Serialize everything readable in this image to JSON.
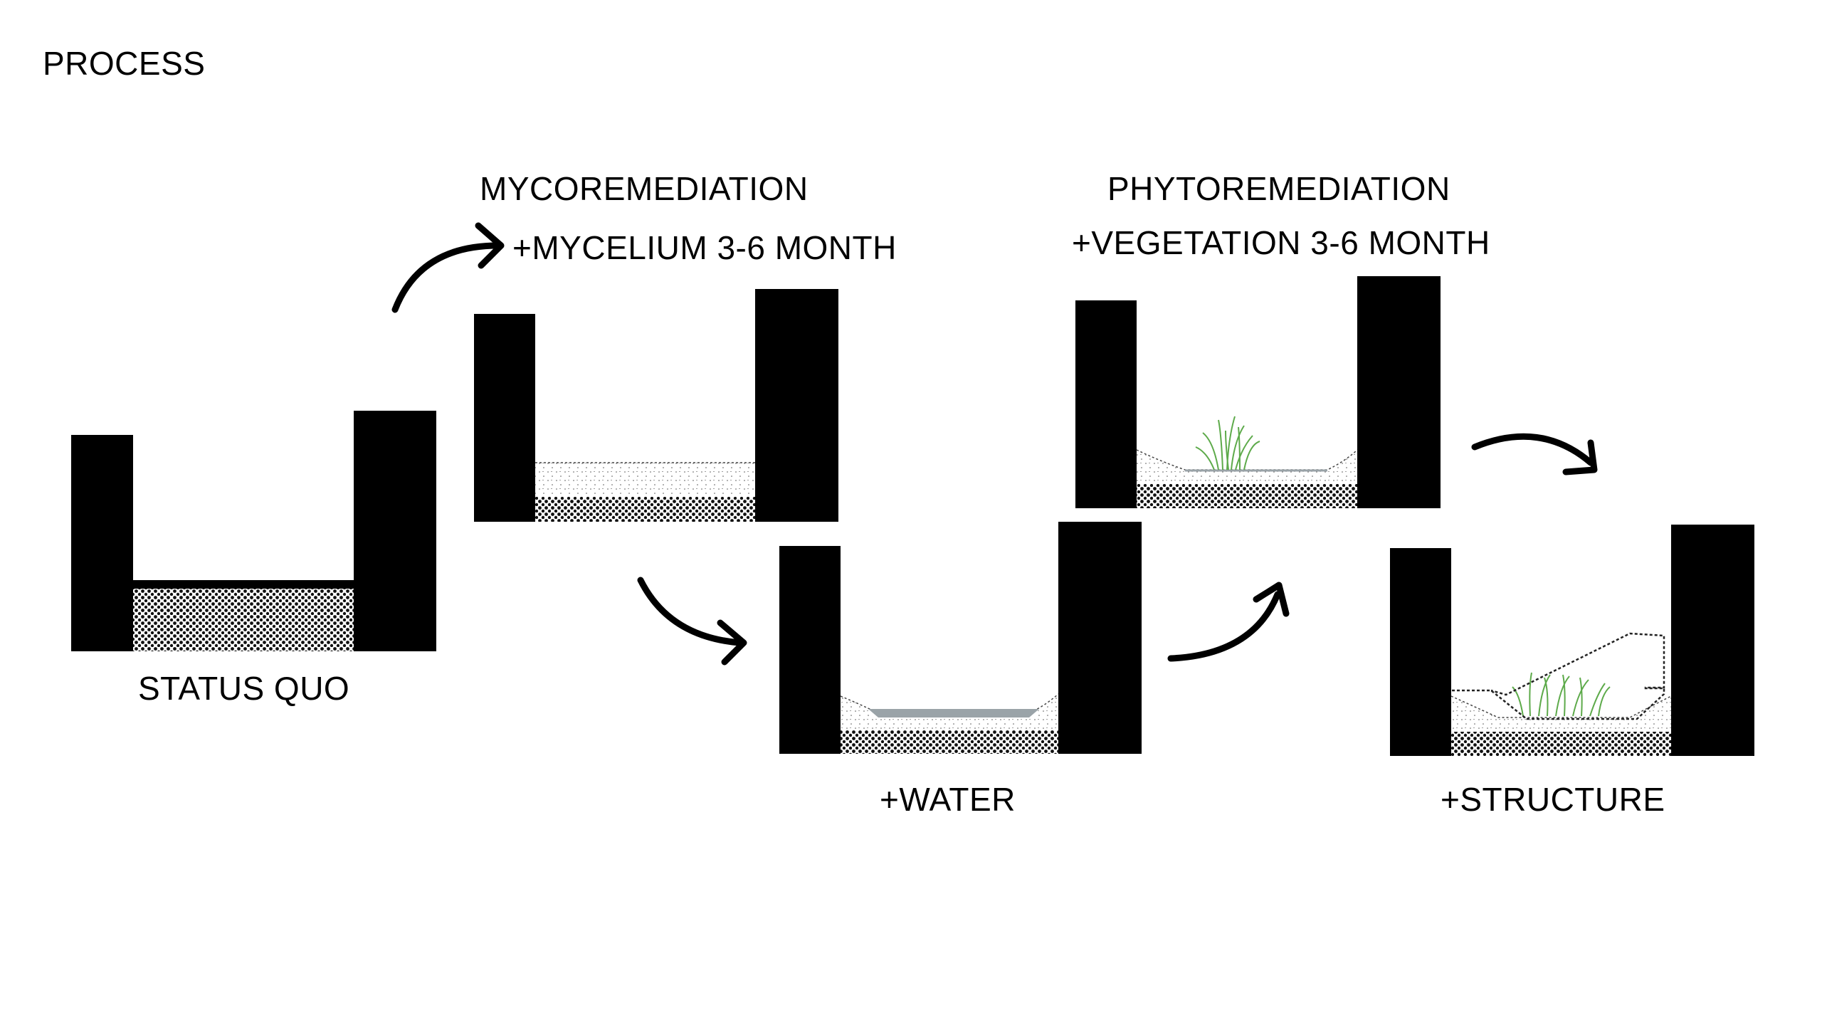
{
  "title": "PROCESS",
  "stages": {
    "status_quo": {
      "label": "STATUS QUO"
    },
    "mycoremediation": {
      "title": "MYCOREMEDIATION",
      "subtitle": "+MYCELIUM 3-6 MONTH"
    },
    "water": {
      "label": "+WATER"
    },
    "phytoremediation": {
      "title": "PHYTOREMEDIATION",
      "subtitle": "+VEGETATION 3-6 MONTH"
    },
    "structure": {
      "label": "+STRUCTURE"
    }
  },
  "colors": {
    "wall": "#000000",
    "soil_dots": "#111111",
    "water": "#9aa3a8",
    "grass": "#5daa4a",
    "background": "#ffffff"
  }
}
